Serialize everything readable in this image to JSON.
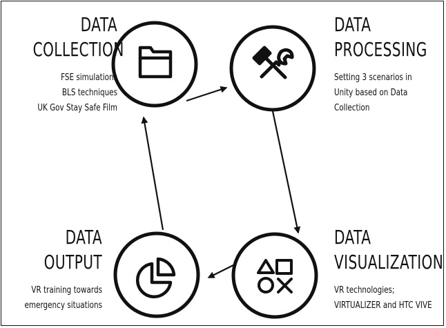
{
  "steps": [
    {
      "id": "collection",
      "title_1": "DATA",
      "title_2": "COLLECTION",
      "lines": [
        "FSE simulations",
        "BLS techniques",
        "UK Gov Stay Safe Film"
      ],
      "icon": "folder-icon"
    },
    {
      "id": "processing",
      "title_1": "DATA",
      "title_2": "PROCESSING",
      "lines": [
        "Setting 3 scenarios in",
        "Unity based on Data",
        "Collection"
      ],
      "icon": "hammer-wrench-icon"
    },
    {
      "id": "visualization",
      "title_1": "DATA",
      "title_2": "VISUALIZATION",
      "lines": [
        "VR technologies;",
        "VIRTUALIZER and HTC VIVE"
      ],
      "icon": "shapes-icon"
    },
    {
      "id": "output",
      "title_1": "DATA",
      "title_2": "OUTPUT",
      "lines": [
        "VR training towards",
        "emergency situations"
      ],
      "icon": "pie-chart-icon"
    }
  ],
  "flow": [
    "collection",
    "processing",
    "visualization",
    "output",
    "collection"
  ],
  "colors": {
    "line": "#111111",
    "background": "#ffffff"
  }
}
